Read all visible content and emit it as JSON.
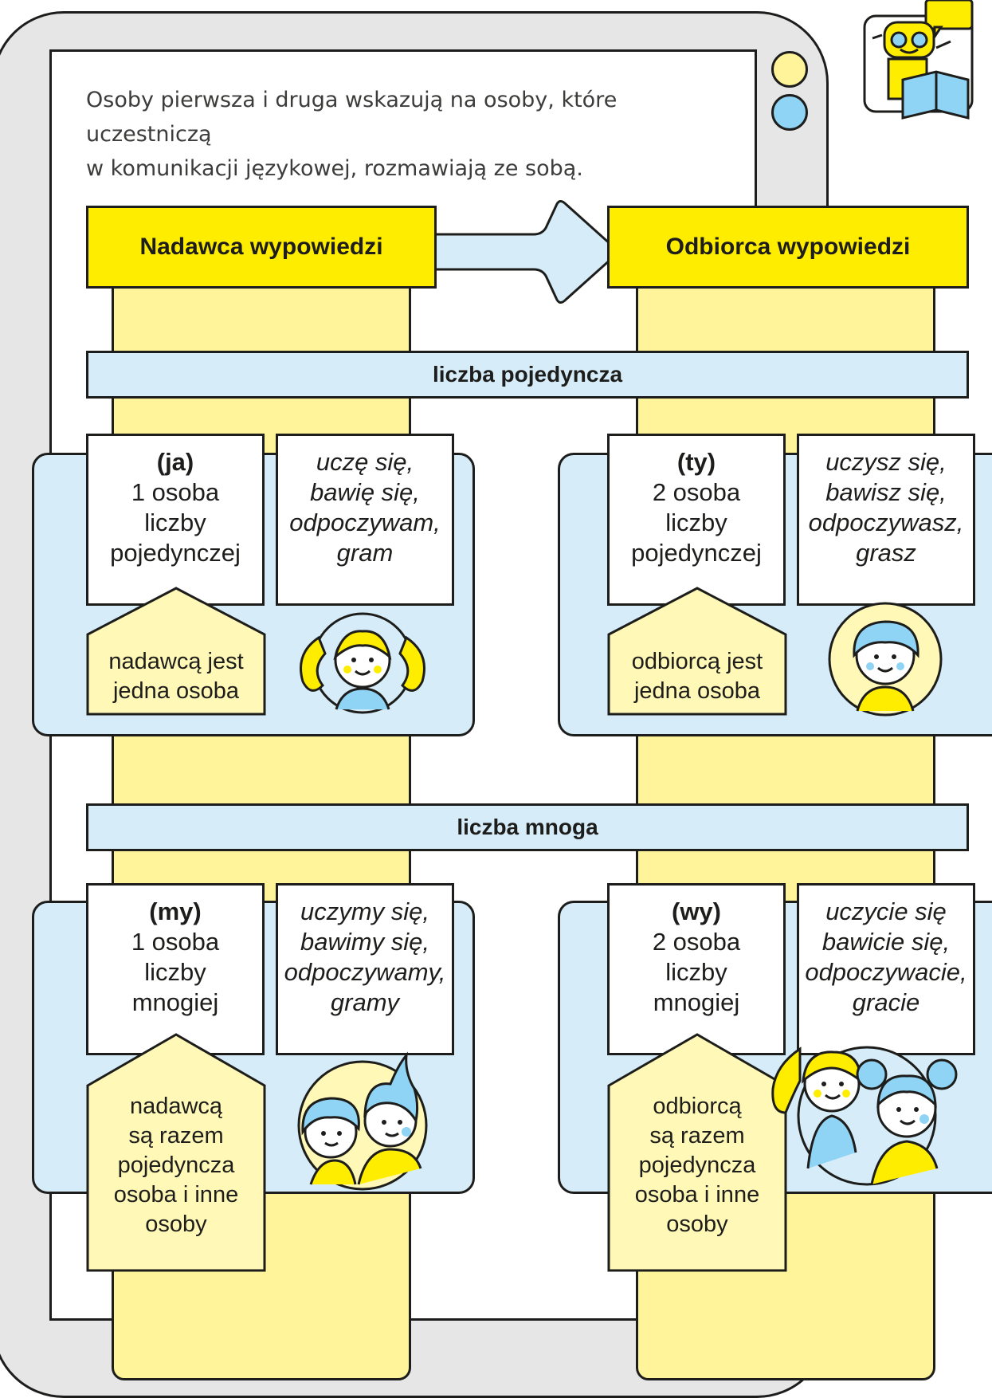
{
  "intro": {
    "line1": "Osoby pierwsza i druga wskazują na osoby, które uczestniczą",
    "line2": "w komunikacji językowej, rozmawiają ze sobą."
  },
  "headers": {
    "sender": "Nadawca wypowiedzi",
    "receiver": "Odbiorca wypowiedzi"
  },
  "bars": {
    "singular": "liczba pojedyncza",
    "plural": "liczba mnoga"
  },
  "cells": {
    "ja": {
      "pronoun": "(ja)",
      "lines": [
        "1 osoba",
        "liczby",
        "pojedynczej"
      ],
      "examples": [
        "uczę się,",
        "bawię się,",
        "odpoczywam,",
        "gram"
      ],
      "note": [
        "nadawcą jest",
        "jedna osoba"
      ]
    },
    "ty": {
      "pronoun": "(ty)",
      "lines": [
        "2 osoba",
        "liczby",
        "pojedynczej"
      ],
      "examples": [
        "uczysz się,",
        "bawisz się,",
        "odpoczywasz,",
        "grasz"
      ],
      "note": [
        "odbiorcą jest",
        "jedna osoba"
      ]
    },
    "my": {
      "pronoun": "(my)",
      "lines": [
        "1 osoba",
        "liczby",
        "mnogiej"
      ],
      "examples": [
        "uczymy się,",
        "bawimy się,",
        "odpoczywamy,",
        "gramy"
      ],
      "note": [
        "nadawcą",
        "są razem",
        "pojedyncza",
        "osoba i inne",
        "osoby"
      ]
    },
    "wy": {
      "pronoun": "(wy)",
      "lines": [
        "2 osoba",
        "liczby",
        "mnogiej"
      ],
      "examples": [
        "uczycie się",
        "bawicie się,",
        "odpoczywacie,",
        "gracie"
      ],
      "note": [
        "odbiorcą",
        "są razem",
        "pojedyncza",
        "osoba i inne",
        "osoby"
      ]
    }
  },
  "colors": {
    "yellow": "#ffed00",
    "pale_yellow": "#fff49a",
    "light_blue": "#d6edf9",
    "outline": "#1d1d1b"
  },
  "icons": [
    "robot-reading-icon",
    "girl-avatar-icon",
    "boy-avatar-icon",
    "boys-avatar-icon",
    "girls-avatar-icon"
  ]
}
